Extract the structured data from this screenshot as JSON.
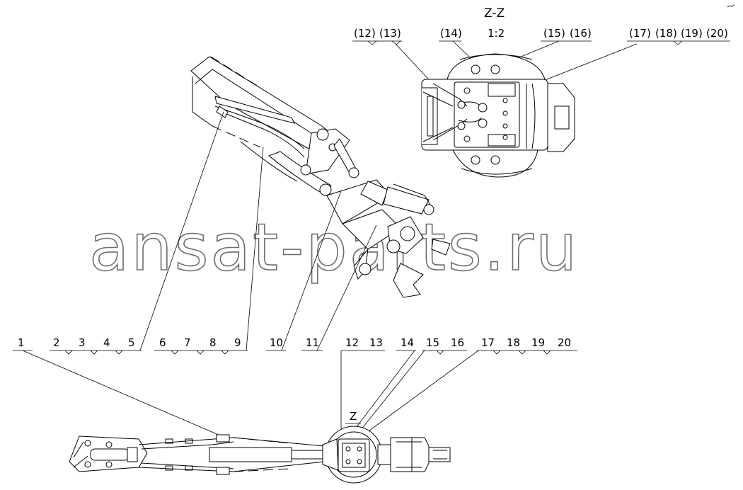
{
  "view": {
    "section_title": "Z-Z",
    "scale": "1:2",
    "detail_marker": "Z"
  },
  "section_callouts": [
    "(12)",
    "(13)",
    "(14)",
    "(15)",
    "(16)",
    "(17)",
    "(18)",
    "(19)",
    "(20)"
  ],
  "callouts": [
    "1",
    "2",
    "3",
    "4",
    "5",
    "6",
    "7",
    "8",
    "9",
    "10",
    "11",
    "12",
    "13",
    "14",
    "15",
    "16",
    "17",
    "18",
    "19",
    "20"
  ],
  "watermark": "ansat-parts.ru"
}
